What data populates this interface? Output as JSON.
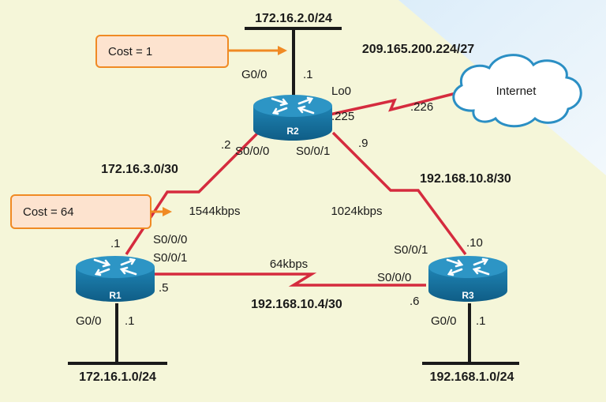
{
  "colors": {
    "background_area": "#f5f6d9",
    "internet_glow": "#e4f1fb",
    "serial_link": "#d52b3e",
    "ethernet_link": "#1a1a1a",
    "router_body": "#1d7aa8",
    "router_top": "#2d95c5",
    "cost_border": "#f08a24",
    "cost_fill": "#fde3cf"
  },
  "cost_callouts": {
    "cost_r2": "Cost = 1",
    "cost_r1": "Cost = 64"
  },
  "routers": {
    "r1": {
      "name": "R1",
      "icon": "router-icon"
    },
    "r2": {
      "name": "R2",
      "icon": "router-icon"
    },
    "r3": {
      "name": "R3",
      "icon": "router-icon"
    }
  },
  "cloud": {
    "label": "Internet",
    "icon": "cloud-icon"
  },
  "networks": {
    "r2_lan": "172.16.2.0/24",
    "r1_lan": "172.16.1.0/24",
    "r3_lan": "192.168.1.0/24",
    "isp_link": "209.165.200.224/27",
    "r1_r2": "172.16.3.0/30",
    "r2_r3": "192.168.10.8/30",
    "r1_r3": "192.168.10.4/30"
  },
  "bandwidths": {
    "r1_r2": "1544kbps",
    "r2_r3": "1024kbps",
    "r1_r3": "64kbps"
  },
  "interfaces": {
    "r2_g00": "G0/0",
    "r2_g00_host": ".1",
    "r2_lo0": "Lo0",
    "r2_lo0_host": ".225",
    "isp_host": ".226",
    "r2_s000": "S0/0/0",
    "r2_s000_host": ".2",
    "r2_s001": "S0/0/1",
    "r2_s001_host": ".9",
    "r1_s000": "S0/0/0",
    "r1_s000_host": ".1",
    "r1_s001": "S0/0/1",
    "r1_s001_host": ".5",
    "r1_g00": "G0/0",
    "r1_g00_host": ".1",
    "r3_s001": "S0/0/1",
    "r3_s001_host": ".10",
    "r3_s000": "S0/0/0",
    "r3_s000_host": ".6",
    "r3_g00": "G0/0",
    "r3_g00_host": ".1"
  }
}
